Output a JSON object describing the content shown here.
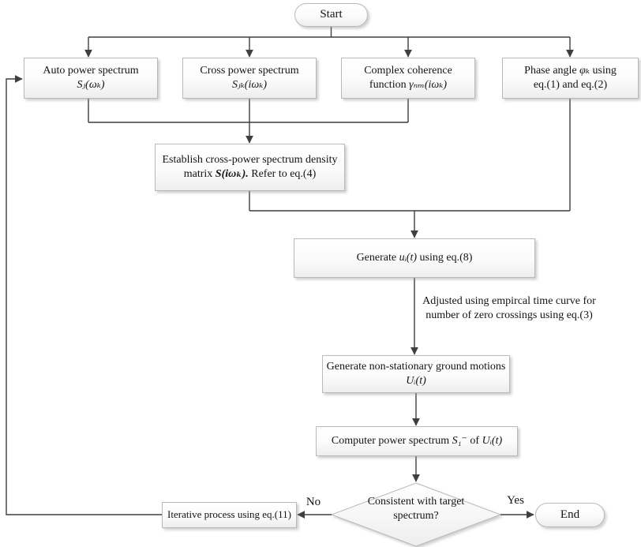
{
  "colors": {
    "line": "#3f3f3f",
    "node_border": "#b9b9b9",
    "node_fill_top": "#ffffff",
    "node_fill_bottom": "#eeeeee",
    "text": "#141414"
  },
  "nodes": {
    "start": {
      "label": "Start"
    },
    "auto_power": {
      "line1": "Auto power spectrum",
      "math": "Sⱼ(ωₖ)"
    },
    "cross_power": {
      "line1": "Cross power spectrum",
      "math": "Sⱼₖ(iωₖ)"
    },
    "coherence": {
      "line1": "Complex coherence",
      "line2_pre": "function ",
      "math": "γₙₘ(iωₖ)"
    },
    "phase_angle": {
      "pre": "Phase angle ",
      "math": "φₖ",
      "post": " using",
      "line2": "eq.(1) and eq.(2)"
    },
    "establish": {
      "t1": "Establish cross-power spectrum density matrix ",
      "math": "S(iωₖ).",
      "t2": " Refer to eq.(4)"
    },
    "generate_u": {
      "pre": "Generate ",
      "math": "uᵢ(t)",
      "post": " using eq.(8)"
    },
    "annotation": {
      "text": "Adjusted using empircal time curve for number of zero crossings using eq.(3)"
    },
    "nonstationary": {
      "pre": "Generate non-stationary ground motions ",
      "math": "Uᵢ(t)"
    },
    "compute_spectrum": {
      "pre": "Computer power spectrum ",
      "math1": "S₁⁻",
      "mid": " of ",
      "math2": "Uᵢ(t)"
    },
    "decision": {
      "label": "Consistent with target spectrum?"
    },
    "iterative": {
      "label": "Iterative process using eq.(11)"
    },
    "end": {
      "label": "End"
    }
  },
  "edge_labels": {
    "no": "No",
    "yes": "Yes"
  }
}
